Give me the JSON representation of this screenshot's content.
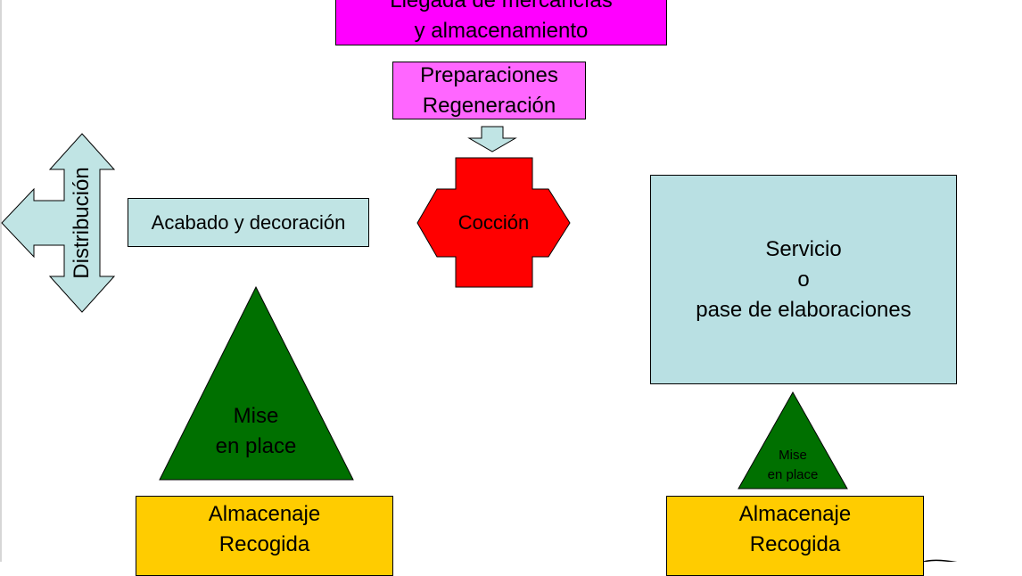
{
  "diagram": {
    "llegada": {
      "line1": "Llegada de mercancías",
      "line2": "y almacenamiento",
      "fill": "#ff00ff"
    },
    "preparaciones": {
      "line1": "Preparaciones",
      "line2": "Regeneración",
      "fill": "#ff66ff"
    },
    "acabado": {
      "label": "Acabado y decoración",
      "fill": "#c0e4e4"
    },
    "distribucion": {
      "label": "Distribución",
      "fill": "#c0e4e4"
    },
    "coccion": {
      "label": "Cocción",
      "fill": "#ff0000"
    },
    "servicio": {
      "line1": "Servicio",
      "line2": "o",
      "line3": "pase de elaboraciones",
      "fill": "#b9e0e3"
    },
    "mise_left": {
      "line1": "Mise",
      "line2": "en place",
      "fill": "#007000"
    },
    "mise_right": {
      "line1": "Mise",
      "line2": "en place",
      "fill": "#007000"
    },
    "almacenaje_left": {
      "line1": "Almacenaje",
      "line2": "Recogida",
      "fill": "#ffcc00"
    },
    "almacenaje_right": {
      "line1": "Almacenaje",
      "line2": "Recogida",
      "fill": "#ffcc00"
    },
    "arrow_fill": "#c0e4e4"
  }
}
